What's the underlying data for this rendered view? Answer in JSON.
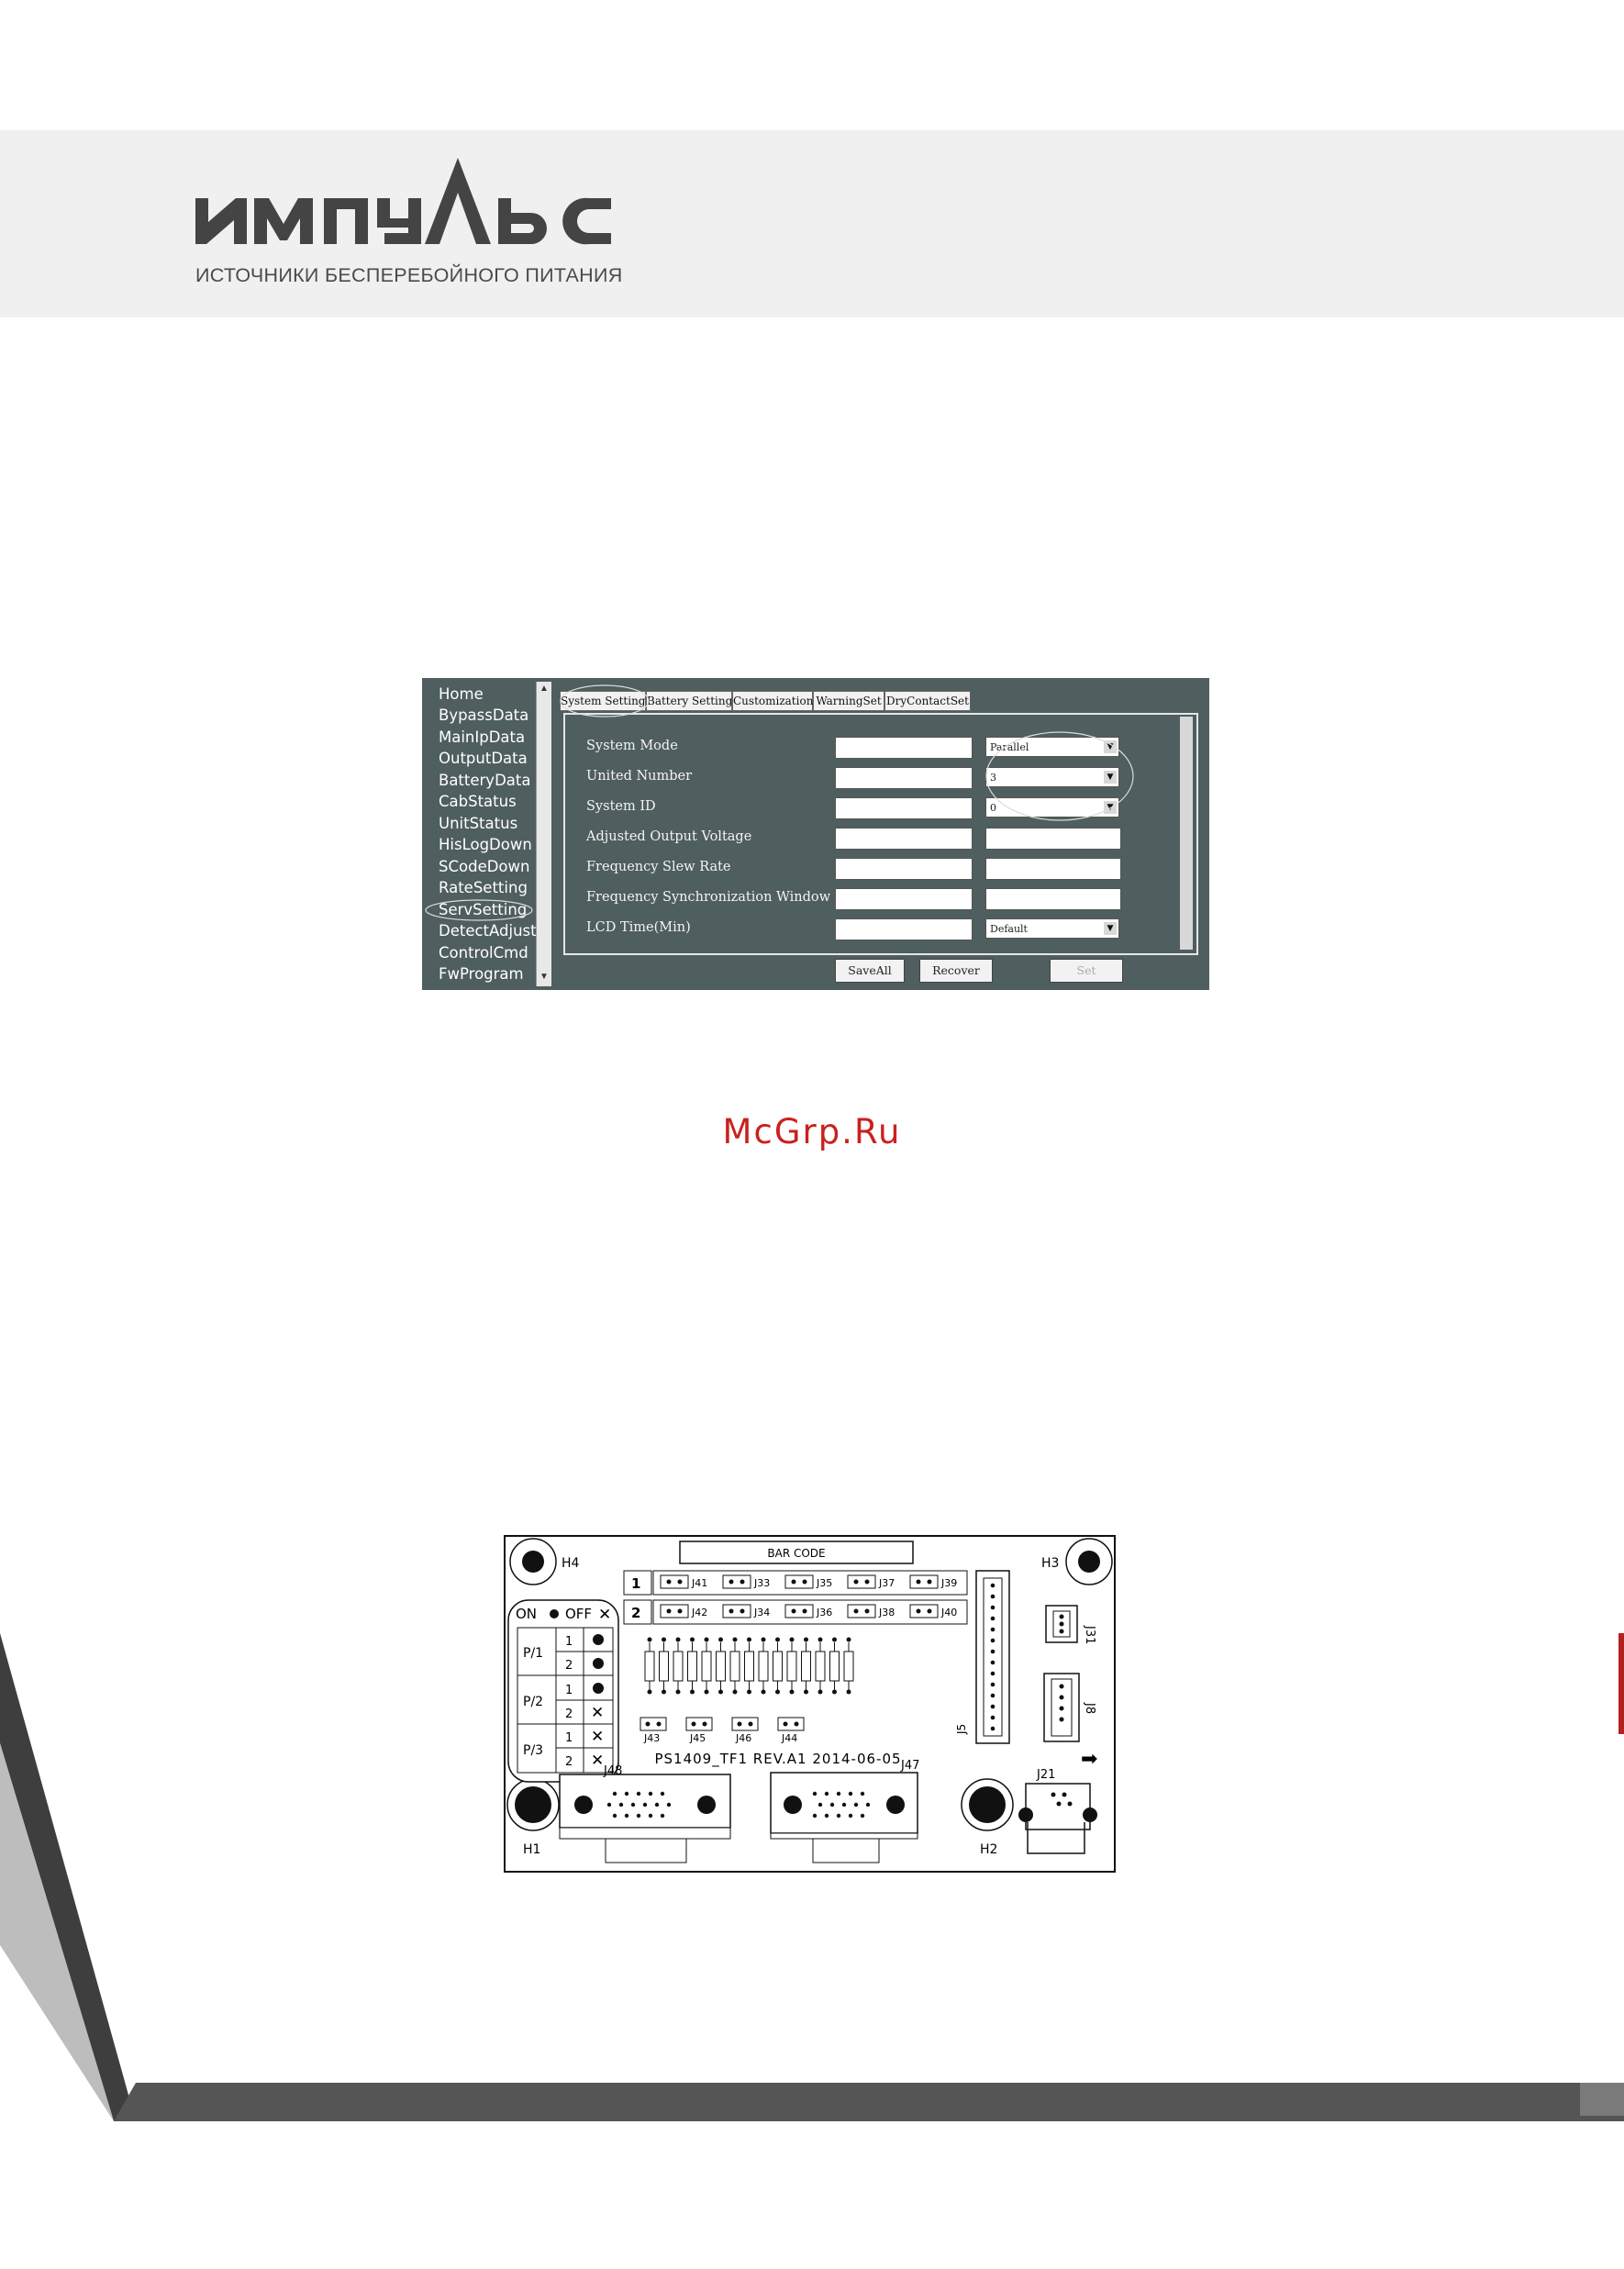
{
  "brand": {
    "logo_text": "ИМПУЛЬС",
    "tagline": "ИСТОЧНИКИ БЕСПЕРЕБОЙНОГО ПИТАНИЯ",
    "accent": "#3d3d3d"
  },
  "screenshot": {
    "sidebar": {
      "items": [
        "Home",
        "BypassData",
        "MainIpData",
        "OutputData",
        "BatteryData",
        "CabStatus",
        "UnitStatus",
        "HisLogDown",
        "SCodeDown",
        "RateSetting",
        "ServSetting",
        "DetectAdjust",
        "ControlCmd",
        "FwProgram"
      ],
      "selected": "ServSetting"
    },
    "tabs": [
      "System Setting",
      "Battery Setting",
      "Customization",
      "WarningSet",
      "DryContactSet"
    ],
    "active_tab": "System Setting",
    "rows": [
      {
        "label": "System Mode",
        "select": "Parallel"
      },
      {
        "label": "United Number",
        "select": "3"
      },
      {
        "label": "System ID",
        "select": "0"
      },
      {
        "label": "Adjusted Output Voltage",
        "select": ""
      },
      {
        "label": "Frequency Slew Rate",
        "select": ""
      },
      {
        "label": "Frequency Synchronization Window",
        "select": ""
      },
      {
        "label": "LCD Time(Min)",
        "select": "Default"
      }
    ],
    "buttons": {
      "save_all": "SaveAll",
      "recover": "Recover",
      "set": "Set"
    }
  },
  "watermark": "McGrp.Ru",
  "pcb": {
    "bar_code": "BAR CODE",
    "holes": [
      "H4",
      "H3",
      "H1",
      "H2"
    ],
    "jumper_rows": [
      {
        "n": "1",
        "labels": [
          "J41",
          "J33",
          "J35",
          "J37",
          "J39"
        ]
      },
      {
        "n": "2",
        "labels": [
          "J42",
          "J34",
          "J36",
          "J38",
          "J40"
        ]
      }
    ],
    "lower_jumpers": [
      "J43",
      "J45",
      "J46",
      "J44"
    ],
    "legend": {
      "on": "ON",
      "off": "OFF",
      "groups": [
        "P/1",
        "P/2",
        "P/3"
      ],
      "positions": [
        "1",
        "2"
      ]
    },
    "connectors": [
      "J31",
      "J8",
      "J5",
      "J48",
      "J47",
      "J21"
    ],
    "board_text": "PS1409_TF1  REV.A1  2014-06-05"
  }
}
